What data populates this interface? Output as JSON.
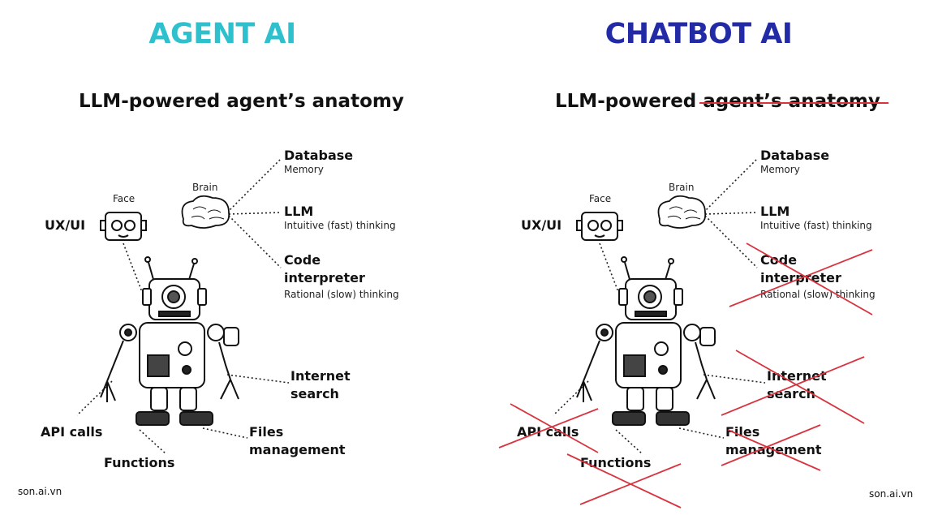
{
  "left": {
    "title": "AGENT AI",
    "subtitle": "LLM-powered agent’s anatomy",
    "labels": {
      "database": "Database",
      "memory": "Memory",
      "brain": "Brain",
      "face": "Face",
      "uxui": "UX/UI",
      "llm": "LLM",
      "fast_thinking": "Intuitive (fast) thinking",
      "code": "Code",
      "interpreter": "interpreter",
      "slow_thinking": "Rational (slow) thinking",
      "internet": "Internet",
      "search": "search",
      "api_calls": "API calls",
      "files": "Files",
      "management": "management",
      "functions": "Functions"
    },
    "footer": "son.ai.vn"
  },
  "right": {
    "title": "CHATBOT AI",
    "subtitle_prefix": "LLM-powered ",
    "subtitle_struck": "agent’s anatomy",
    "labels": {
      "database": "Database",
      "memory": "Memory",
      "brain": "Brain",
      "face": "Face",
      "uxui": "UX/UI",
      "llm": "LLM",
      "fast_thinking": "Intuitive (fast) thinking",
      "code": "Code",
      "interpreter": "interpreter",
      "slow_thinking": "Rational (slow) thinking",
      "internet": "Internet",
      "search": "search",
      "api_calls": "API calls",
      "files": "Files",
      "management": "management",
      "functions": "Functions"
    },
    "footer": "son.ai.vn"
  },
  "colors": {
    "agent_title": "#2ec0cc",
    "chatbot_title": "#232aa6",
    "cross_out": "#d8343f"
  }
}
